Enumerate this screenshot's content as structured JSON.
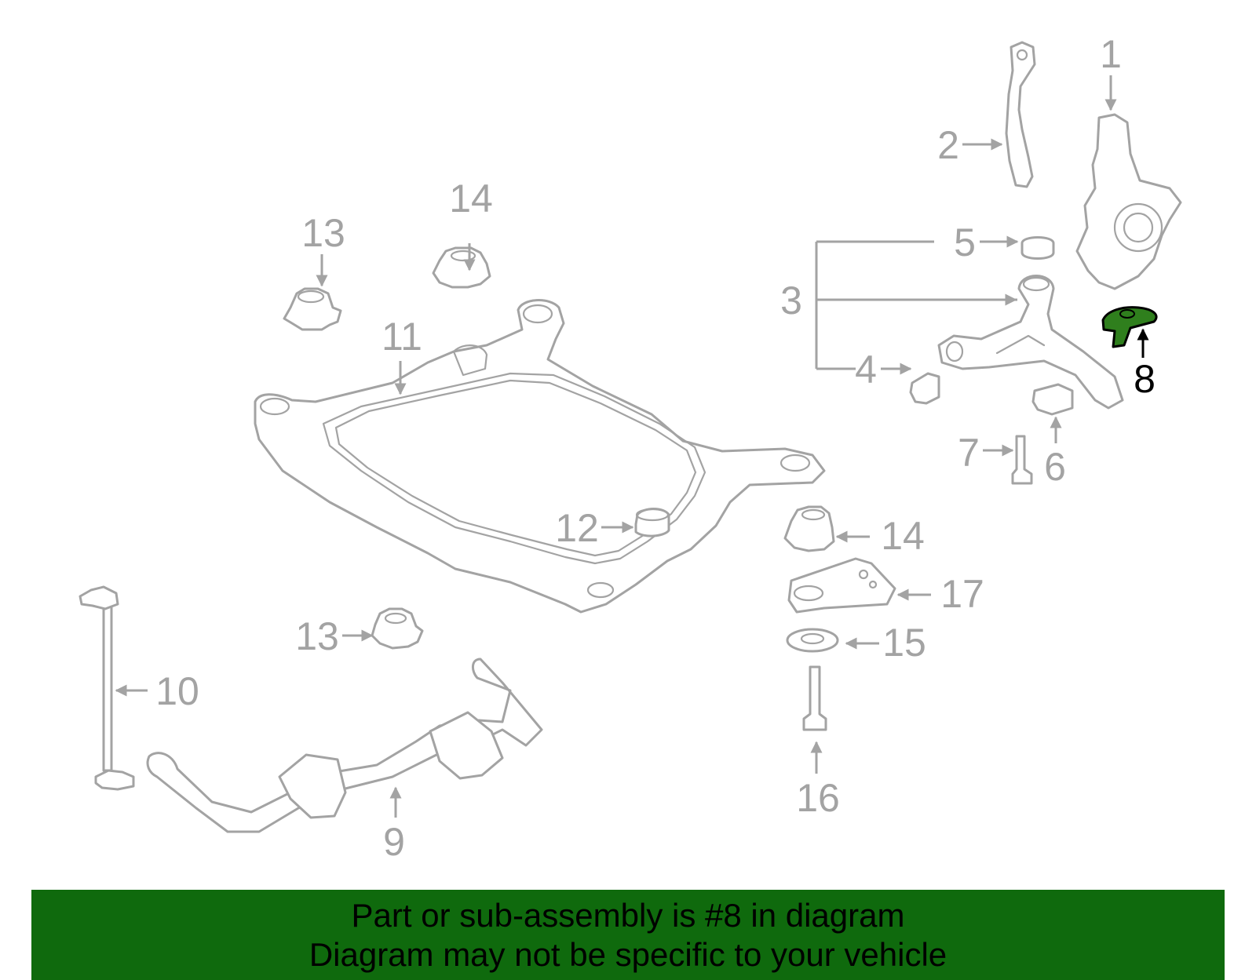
{
  "diagram": {
    "callouts": [
      {
        "id": "1",
        "label": "1"
      },
      {
        "id": "2",
        "label": "2"
      },
      {
        "id": "3",
        "label": "3"
      },
      {
        "id": "4",
        "label": "4"
      },
      {
        "id": "5",
        "label": "5"
      },
      {
        "id": "6",
        "label": "6"
      },
      {
        "id": "7",
        "label": "7"
      },
      {
        "id": "8",
        "label": "8",
        "highlighted": true
      },
      {
        "id": "9",
        "label": "9"
      },
      {
        "id": "10",
        "label": "10"
      },
      {
        "id": "11",
        "label": "11"
      },
      {
        "id": "12",
        "label": "12"
      },
      {
        "id": "13a",
        "label": "13"
      },
      {
        "id": "13b",
        "label": "13"
      },
      {
        "id": "14a",
        "label": "14"
      },
      {
        "id": "14b",
        "label": "14"
      },
      {
        "id": "15",
        "label": "15"
      },
      {
        "id": "16",
        "label": "16"
      },
      {
        "id": "17",
        "label": "17"
      }
    ],
    "highlight_color": "#2f7f1d",
    "part_line_color": "#a3a3a3"
  },
  "banner": {
    "background": "#0f6a0d",
    "line1": "Part or sub-assembly is #8 in diagram",
    "line2": "Diagram may not be specific to your vehicle"
  }
}
